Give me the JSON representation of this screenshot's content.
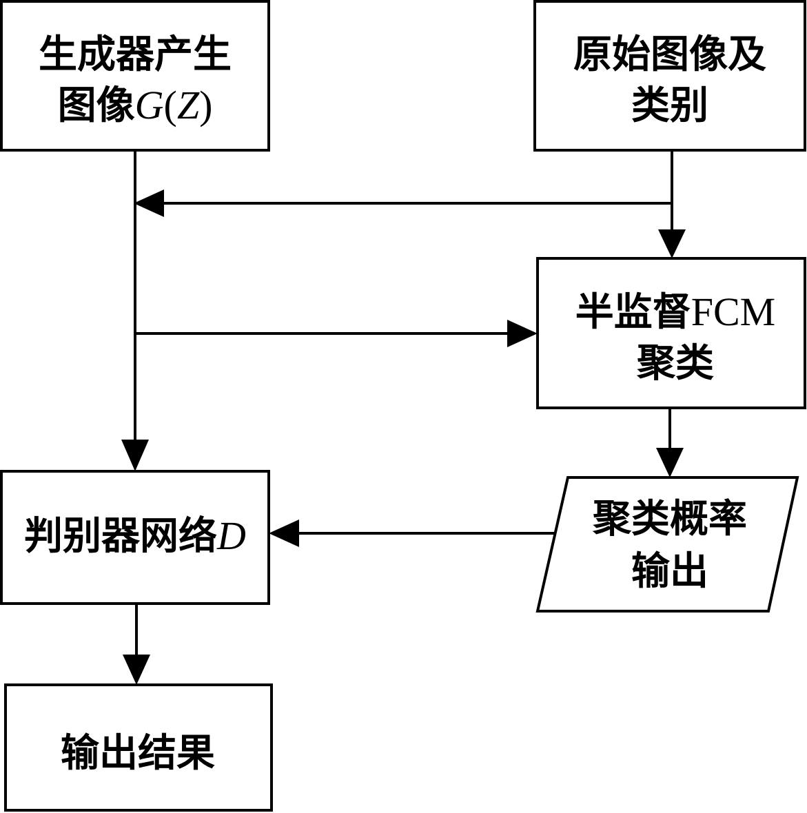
{
  "nodes": {
    "generator": {
      "line1": "生成器产生",
      "line2_prefix": "图像",
      "line2_var": "G",
      "line2_open": "(",
      "line2_arg": "Z",
      "line2_close": ")"
    },
    "original": {
      "line1": "原始图像及",
      "line2": "类别"
    },
    "fcm": {
      "line1_prefix": "半监督",
      "line1_latin": "FCM",
      "line2": "聚类"
    },
    "probability": {
      "line1": "聚类概率",
      "line2": "输出"
    },
    "discriminator": {
      "prefix": "判别器网络",
      "var": "D"
    },
    "result": {
      "label": "输出结果"
    }
  }
}
